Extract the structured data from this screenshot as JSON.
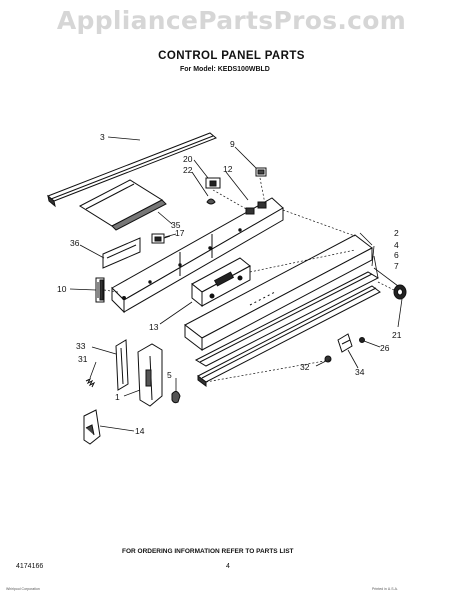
{
  "watermark": "AppliancePartsPros.com",
  "title": "CONTROL PANEL PARTS",
  "subtitle": "For Model: KEDS100WBLD",
  "footer": "FOR ORDERING INFORMATION REFER TO PARTS LIST",
  "doc_number": "4174166",
  "page_number": "4",
  "fine_print_left": "Whirlpool Corporation",
  "fine_print_right": "Printed in U.S.A.",
  "callouts": [
    {
      "id": "3",
      "label": "3"
    },
    {
      "id": "9",
      "label": "9"
    },
    {
      "id": "20",
      "label": "20"
    },
    {
      "id": "22",
      "label": "22"
    },
    {
      "id": "12",
      "label": "12"
    },
    {
      "id": "35",
      "label": "35"
    },
    {
      "id": "17",
      "label": "17"
    },
    {
      "id": "36",
      "label": "36"
    },
    {
      "id": "2",
      "label": "2"
    },
    {
      "id": "4",
      "label": "4"
    },
    {
      "id": "6",
      "label": "6"
    },
    {
      "id": "7",
      "label": "7"
    },
    {
      "id": "10",
      "label": "10"
    },
    {
      "id": "13",
      "label": "13"
    },
    {
      "id": "21",
      "label": "21"
    },
    {
      "id": "26",
      "label": "26"
    },
    {
      "id": "33",
      "label": "33"
    },
    {
      "id": "31",
      "label": "31"
    },
    {
      "id": "5",
      "label": "5"
    },
    {
      "id": "1",
      "label": "1"
    },
    {
      "id": "32",
      "label": "32"
    },
    {
      "id": "34",
      "label": "34"
    },
    {
      "id": "14",
      "label": "14"
    }
  ]
}
